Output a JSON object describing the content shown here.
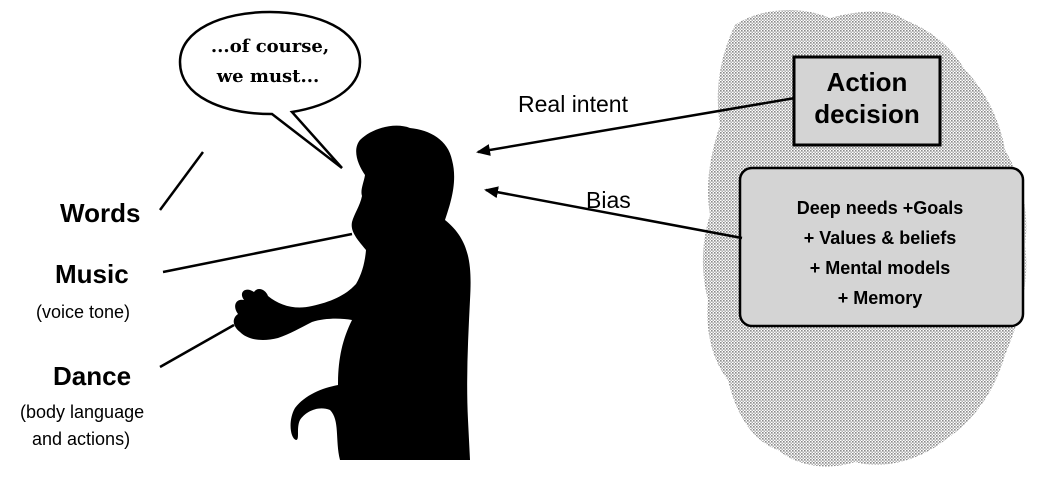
{
  "speech_bubble": {
    "line1": "...of course,",
    "line2": "we must..."
  },
  "channels": {
    "words": {
      "label": "Words"
    },
    "music": {
      "label": "Music",
      "sub": "(voice tone)"
    },
    "dance": {
      "label": "Dance",
      "sub_line1": "(body language",
      "sub_line2": "and actions)"
    }
  },
  "arrows": {
    "real_intent": "Real intent",
    "bias": "Bias"
  },
  "action_box": {
    "line1": "Action",
    "line2": "decision"
  },
  "inner_box": {
    "lines": [
      "Deep needs +Goals",
      "+ Values & beliefs",
      "+ Mental models",
      "+ Memory"
    ]
  },
  "colors": {
    "cloud": "#c8c8c8",
    "box_fill": "#d4d4d4",
    "ink": "#000000"
  }
}
